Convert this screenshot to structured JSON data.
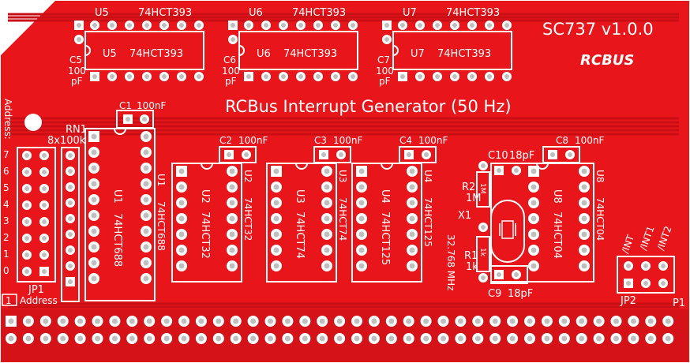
{
  "board": {
    "id": "SC737 v1.0.0",
    "logo": "RCBUS",
    "title": "RCBus Interrupt Generator (50 Hz)",
    "colors": {
      "pcb": "#e8151b",
      "pcb_dark": "#c80f14",
      "silk": "#ffffff",
      "pad": "#ffffff",
      "hole": "#bfbfbf"
    }
  },
  "top_ics": [
    {
      "ref": "U5",
      "part": "74HCT393",
      "cap": "C5",
      "cap_val1": "100",
      "cap_val2": "pF"
    },
    {
      "ref": "U6",
      "part": "74HCT393",
      "cap": "C6",
      "cap_val1": "100",
      "cap_val2": "pF"
    },
    {
      "ref": "U7",
      "part": "74HCT393",
      "cap": "C7",
      "cap_val1": "100",
      "cap_val2": "pF"
    }
  ],
  "u1": {
    "ref": "U1",
    "part": "74HCT688",
    "cap": "C1",
    "cap_val": "100nF"
  },
  "mid_ics": [
    {
      "ref": "U2",
      "part": "74HCT32",
      "cap": "C2",
      "cap_val": "100nF"
    },
    {
      "ref": "U3",
      "part": "74HCT74",
      "cap": "C3",
      "cap_val": "100nF"
    },
    {
      "ref": "U4",
      "part": "74HCT125",
      "cap": "C4",
      "cap_val": "100nF"
    }
  ],
  "u8": {
    "ref": "U8",
    "part": "74HCT04",
    "cap": "C8",
    "cap_val": "100nF"
  },
  "rn1": {
    "ref": "RN1",
    "val": "8x100k"
  },
  "jp1": {
    "ref": "JP1",
    "label": "Address",
    "heading": "Address:",
    "bits": [
      "7",
      "6",
      "5",
      "4",
      "3",
      "2",
      "1",
      "0"
    ],
    "pin1": "1"
  },
  "osc": {
    "r2": "R2",
    "r2_val": "1M",
    "r2_body": "1M",
    "r1": "R1",
    "r1_val": "1k",
    "r1_body": "1k",
    "x1": "X1",
    "freq": "32.768 MHz",
    "c10": "C10",
    "c10_val": "18pF",
    "c9": "C9",
    "c9_val": "18pF"
  },
  "jp2": {
    "ref": "JP2",
    "labels": [
      "/INT",
      "/INT1",
      "/INT2"
    ]
  },
  "p1": {
    "ref": "P1"
  }
}
